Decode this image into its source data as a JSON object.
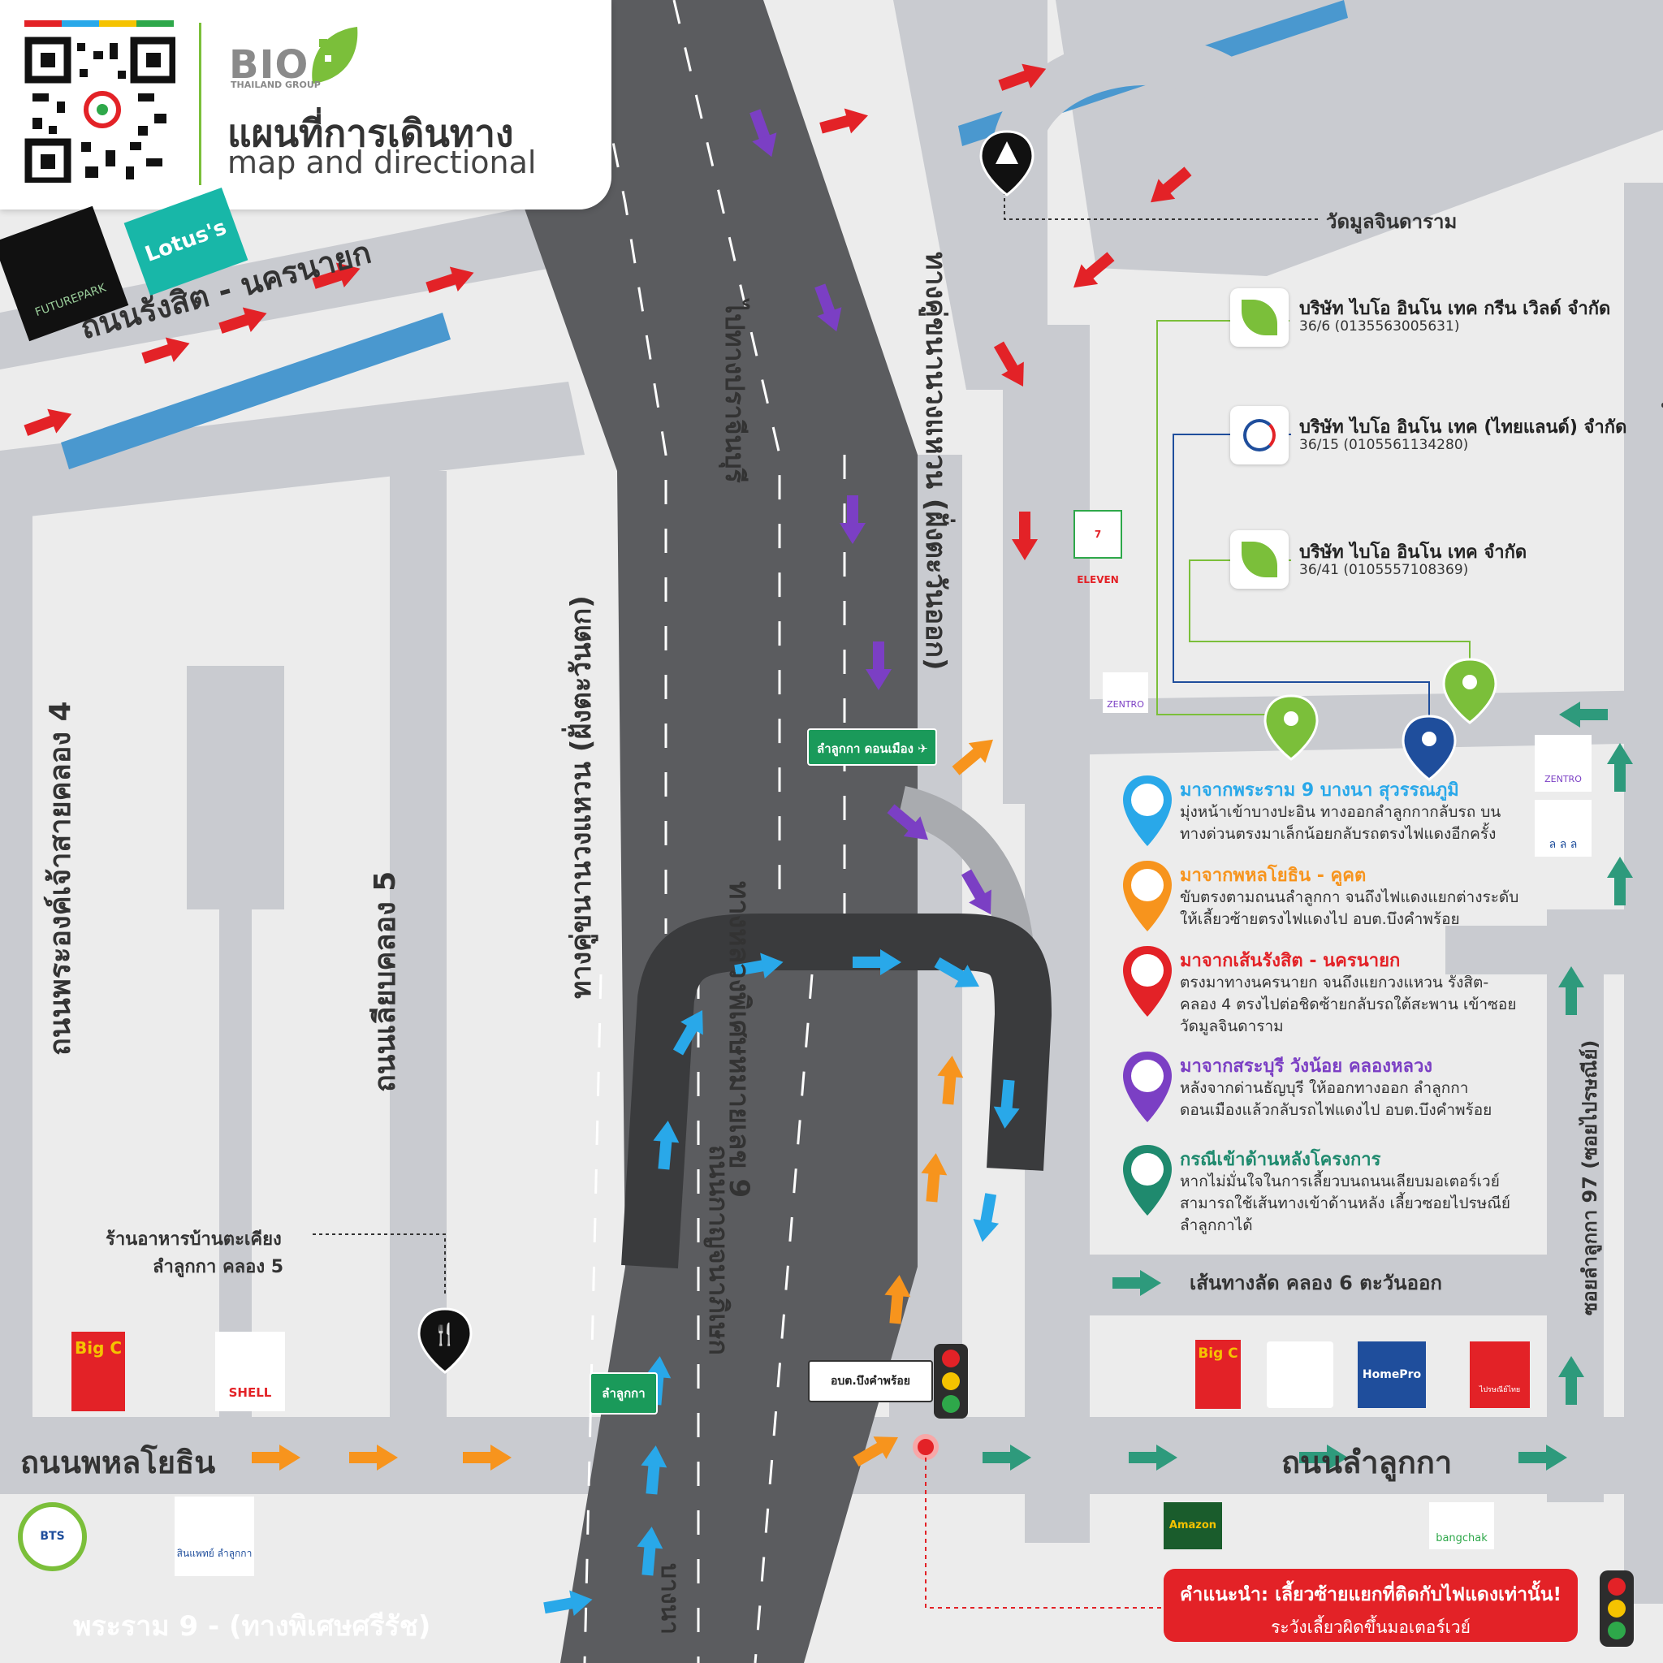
{
  "header": {
    "brand": "BIO",
    "brand_sub": "THAILAND GROUP",
    "title_th": "แผนที่การเดินทาง",
    "title_en": "map and directional",
    "qr_icon": "qr-code-icon"
  },
  "roads": {
    "rangsit": "ถนนรังสิต - นครนายก",
    "khlong4": "ถนนพระองค์เจ้าสายคลอง 4",
    "khlong5": "ถนนเลียบคลอง 5",
    "ring_west": "ทางคู่ขนานวงแหวน (ฝั่งตะวันตก)",
    "motorway": "ทางหลวงพิเศษหมายเลข 9",
    "to_prachinburi": "ไปทางปราจีนบุรี",
    "ring_east": "ทางคู่ขนานวงแหวน (ฝั่งตะวันออก)",
    "kanchana": "ถนนกาญจนาภิเษก",
    "bangna": "บางนา",
    "phahonyothin": "ถนนพหลโยธิน",
    "lamlukka": "ถนนลำลูกกา",
    "rama9": "พระราม 9 - (ทางพิเศษศรีรัช)",
    "soi97_top": "ซอยลำลูกกา 97",
    "soi97_bottom": "ซอยลำลูกกา 97 (ซอยไปรษณีย์)",
    "shortcut": "เส้นทางลัด คลอง 6 ตะวันออก"
  },
  "signs": {
    "lamlukka_donmueang": "ลำลูกกา ดอนเมือง",
    "lamlukka": "ลำลูกกา",
    "abt": "อบต.บึงคำพร้อย"
  },
  "places": {
    "temple": "วัดมูลจินดาราม",
    "restaurant_line1": "ร้านอาหารบ้านตะเคียง",
    "restaurant_line2": "ลำลูกกา คลอง 5",
    "futurepark": "FUTUREPARK",
    "lotus": "Lotus's",
    "seven": "7 ELEVEN",
    "zentro": "ZENTRO",
    "bigc": "Big C",
    "shell": "SHELL",
    "homepro": "HomePro",
    "amazon": "Amazon",
    "bangchak": "bangchak",
    "hospital": "สินแพทย์ ลำลูกกา",
    "bts": "BTS",
    "post": "ไปรษณีย์ไทย",
    "lll": "ล ล ล"
  },
  "companies": [
    {
      "name": "บริษัท ไบโอ อินโน เทค กรีน เวิลด์ จำกัด",
      "id": "36/6 (0135563005631)",
      "pin_color": "#7bbf3a"
    },
    {
      "name": "บริษัท ไบโอ อินโน เทค (ไทยแลนด์) จำกัด",
      "id": "36/15 (0105561134280)",
      "pin_color": "#1f4e9c"
    },
    {
      "name": "บริษัท ไบโอ อินโน เทค จำกัด",
      "id": "36/41 (0105557108369)",
      "pin_color": "#7bbf3a"
    }
  ],
  "legend": [
    {
      "title": "มาจากพระราม 9 บางนา สุวรรณภูมิ",
      "color": "#29a8e9",
      "desc": "มุ่งหน้าเข้าบางปะอิน ทางออกลำลูกกากลับรถ บนทางด่วนตรงมาเล็กน้อยกลับรถตรงไฟแดงอีกครั้ง"
    },
    {
      "title": "มาจากพหลโยธิน - คูคต",
      "color": "#f7941d",
      "desc": "ขับตรงตามถนนลำลูกกา จนถึงไฟแดงแยกต่างระดับให้เลี้ยวซ้ายตรงไฟแดงไป อบต.บึงคำพร้อย"
    },
    {
      "title": "มาจากเส้นรังสิต - นครนายก",
      "color": "#e32227",
      "desc": "ตรงมาทางนครนายก จนถึงแยกวงแหวน รังสิต-คลอง 4 ตรงไปต่อชิดซ้ายกลับรถใต้สะพาน เข้าซอย วัดมูลจินดาราม"
    },
    {
      "title": "มาจากสระบุรี วังน้อย คลองหลวง",
      "color": "#7b3fc4",
      "desc": "หลังจากด่านธัญบุรี ให้ออกทางออก ลำลูกกา ดอนเมืองแล้วกลับรถไฟแดงไป อบต.บึงคำพร้อย"
    },
    {
      "title": "กรณีเข้าด้านหลังโครงการ",
      "color": "#1f8a6e",
      "desc": "หากไม่มั่นใจในการเลี้ยวบนถนนเลียบมอเตอร์เวย์ สามารถใช้เส้นทางเข้าด้านหลัง เลี้ยวซอยไปรษณีย์ลำลูกกาได้"
    }
  ],
  "warning": {
    "line1": "คำแนะนำ: เลี้ยวซ้ายแยกที่ติดกับไฟแดงเท่านั้น!",
    "line2": "ระวังเลี้ยวผิดขึ้นมอเตอร์เวย์"
  },
  "colors": {
    "road": "#c9cbd0",
    "highway": "#5b5c5f",
    "canal": "#4a98cf",
    "red": "#e32227",
    "orange": "#f7941d",
    "blue": "#29a8e9",
    "purple": "#7b3fc4",
    "green": "#2e9a7c",
    "ramp": "#3a3b3d"
  }
}
